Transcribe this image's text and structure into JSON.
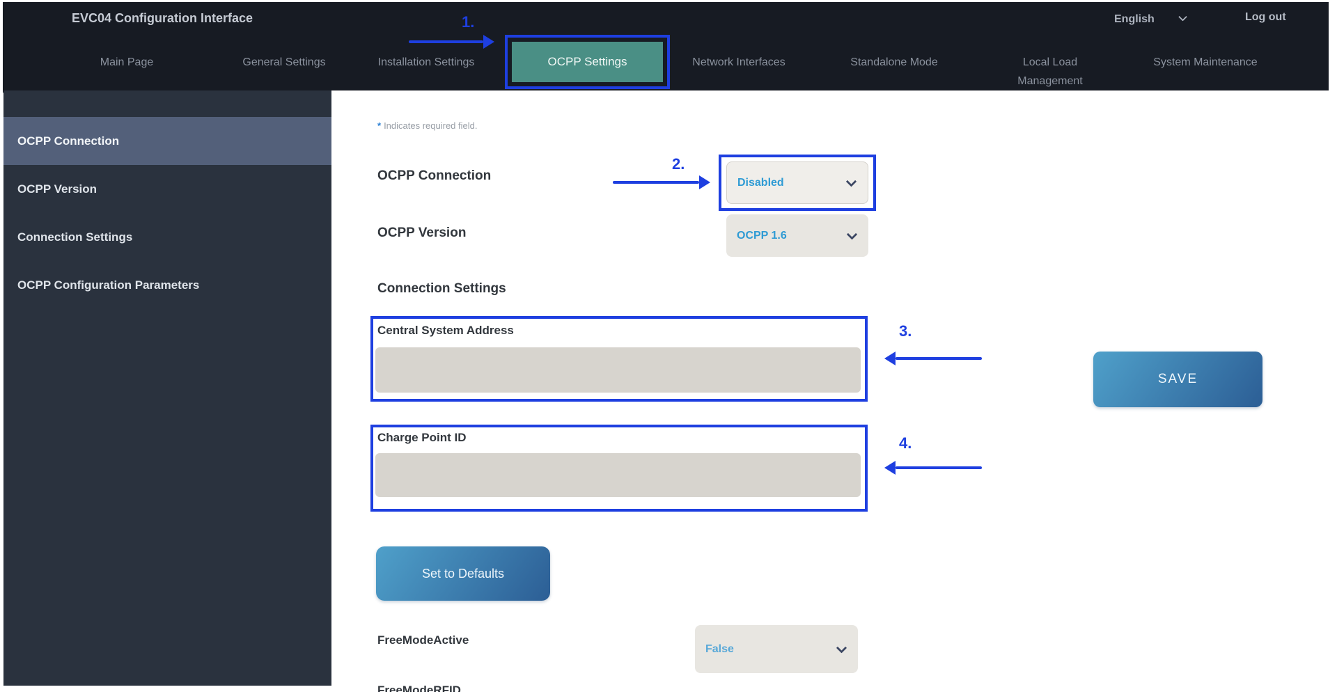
{
  "header": {
    "title": "EVC04 Configuration Interface",
    "language": "English",
    "logout_label": "Log out"
  },
  "nav": {
    "active_tab": "OCPP Settings",
    "items": [
      {
        "label": "Main Page"
      },
      {
        "label": "General Settings"
      },
      {
        "label": "Installation Settings"
      },
      {
        "label": "OCPP Settings"
      },
      {
        "label": "Network Interfaces"
      },
      {
        "label": "Standalone Mode"
      },
      {
        "label": "Local Load Management"
      },
      {
        "label": "System Maintenance"
      }
    ]
  },
  "sidebar": {
    "items": [
      {
        "label": "OCPP Connection",
        "active": true
      },
      {
        "label": "OCPP Version",
        "active": false
      },
      {
        "label": "Connection Settings",
        "active": false
      },
      {
        "label": "OCPP Configuration Parameters",
        "active": false
      }
    ]
  },
  "annotations": {
    "step1": "1.",
    "step2": "2.",
    "step3": "3.",
    "step4": "4.",
    "accent_color": "#1e3fe0"
  },
  "content": {
    "required_note": {
      "star": "*",
      "text": "Indicates required field."
    },
    "ocpp_connection": {
      "label": "OCPP Connection",
      "value": "Disabled"
    },
    "ocpp_version": {
      "label": "OCPP Version",
      "value": "OCPP 1.6"
    },
    "section_heading": "Connection Settings",
    "central_system_address": {
      "label": "Central System Address",
      "value": ""
    },
    "charge_point_id": {
      "label": "Charge Point ID",
      "value": ""
    },
    "free_mode_active": {
      "label": "FreeModeActive",
      "value": "False"
    },
    "free_mode_rfid": {
      "label": "FreeModeRFID"
    },
    "buttons": {
      "save": "SAVE",
      "set_to_defaults": "Set to Defaults"
    }
  },
  "colors": {
    "annotation_blue": "#1e3fe0",
    "tab_teal": "#4a8f85",
    "dropdown_value_blue": "#2f9bd4",
    "button_gradient_start": "#4fa0ca",
    "button_gradient_end": "#2c5e95",
    "sidebar_bg": "#2a323e",
    "sidebar_active_bg": "#53607a",
    "topbar_bg": "#171b23"
  }
}
